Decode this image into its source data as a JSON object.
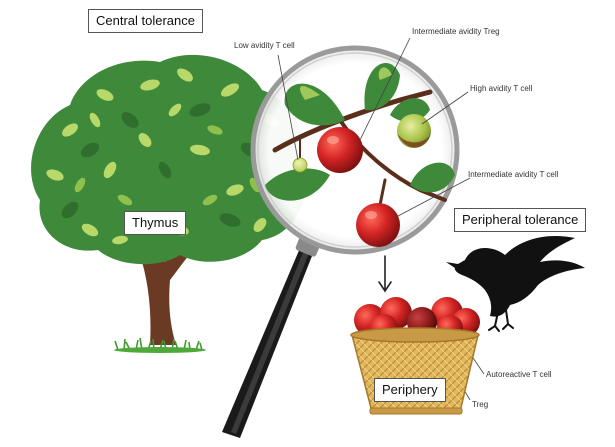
{
  "labels": {
    "central_tolerance": "Central tolerance",
    "thymus": "Thymus",
    "peripheral_tolerance": "Peripheral tolerance",
    "periphery": "Periphery"
  },
  "annotations": {
    "low_avidity_t_cell": "Low avidity T cell",
    "intermediate_avidity_treg": "Intermediate avidity Treg",
    "high_avidity_t_cell": "High avidity T cell",
    "intermediate_avidity_t_cell": "Intermediate avidity T cell",
    "autoreactive_t_cell": "Autoreactive T cell",
    "treg": "Treg"
  },
  "colors": {
    "leaf_dark": "#3f8a3a",
    "leaf_light": "#b9d86a",
    "trunk": "#6b3a24",
    "apple_red": "#cc2222",
    "apple_dark": "#8a1a1a",
    "high_avidity_green": "#a9c34a",
    "basket": "#e1b75e",
    "crow": "#111111",
    "lens_rim": "#9a9a9a",
    "handle": "#1a1a1a"
  }
}
